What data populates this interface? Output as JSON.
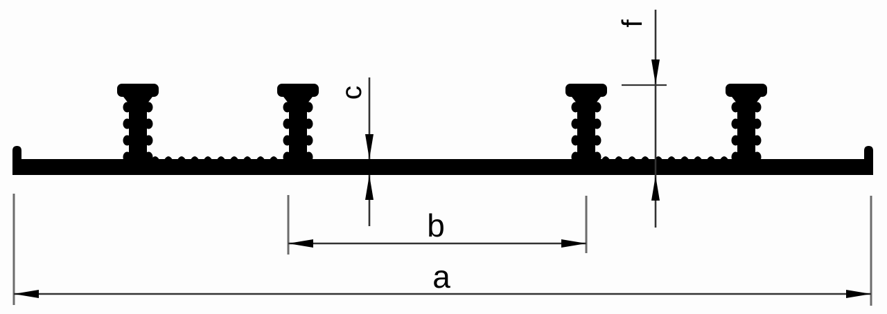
{
  "diagram": {
    "title": "waterstop-profile-cross-section",
    "background_color": "#fdfdfd",
    "shape_color": "#000000",
    "line_color": "#333333",
    "labels": {
      "a": "a",
      "b": "b",
      "c": "c",
      "f": "f"
    }
  }
}
